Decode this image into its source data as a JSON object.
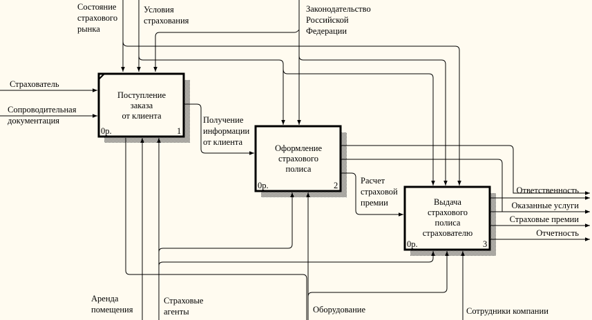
{
  "diagram": {
    "type": "IDEF0",
    "colors": {
      "background": "#fffbf0",
      "line": "#000000",
      "shadow": "#9a9a9a"
    },
    "boxes": [
      {
        "id": "A1",
        "title_lines": [
          "Поступление",
          "заказа",
          "от клиента"
        ],
        "cost": "0р.",
        "number": "1"
      },
      {
        "id": "A2",
        "title_lines": [
          "Оформление",
          "страхового",
          "полиса"
        ],
        "cost": "0р.",
        "number": "2"
      },
      {
        "id": "A3",
        "title_lines": [
          "Выдача",
          "страхового",
          "полиса",
          "страхователю"
        ],
        "cost": "0р.",
        "number": "3"
      }
    ],
    "inputs": [
      {
        "label": "Страхователь",
        "to": "A1"
      },
      {
        "label_lines": [
          "Сопроводительная",
          "документация"
        ],
        "to": "A1"
      }
    ],
    "controls": [
      {
        "label_lines": [
          "Состояние",
          "страхового",
          "рынка"
        ],
        "to": [
          "A1",
          "A3"
        ]
      },
      {
        "label_lines": [
          "Условия",
          "страхования"
        ],
        "to": [
          "A1",
          "A2"
        ]
      },
      {
        "label_lines": [
          "Законодательство",
          "Российской",
          "Федерации"
        ],
        "to": [
          "A1",
          "A2",
          "A3"
        ]
      }
    ],
    "internal_flows": [
      {
        "label_lines": [
          "Получение",
          "информации",
          "от клиента"
        ],
        "from": "A1",
        "to": "A2"
      },
      {
        "label_lines": [
          "Расчет",
          "страховой",
          "премии"
        ],
        "from": "A2",
        "to": "A3"
      }
    ],
    "outputs": [
      {
        "label": "Ответственность"
      },
      {
        "label": "Оказанные услуги"
      },
      {
        "label": "Страховые премии"
      },
      {
        "label": "Отчетность"
      }
    ],
    "mechanisms": [
      {
        "label_lines": [
          "Аренда",
          "помещения"
        ]
      },
      {
        "label_lines": [
          "Страховые",
          "агенты"
        ]
      },
      {
        "label": "Оборудование"
      },
      {
        "label": "Сотрудники компании"
      }
    ]
  }
}
